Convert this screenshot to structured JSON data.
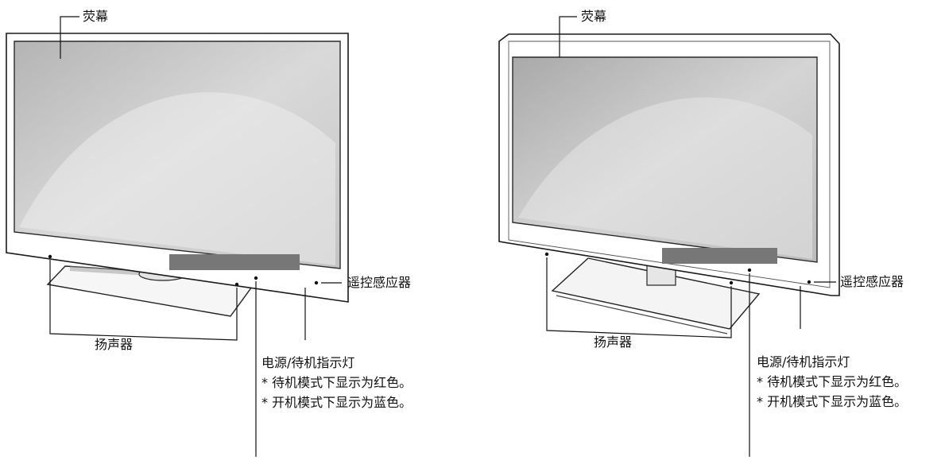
{
  "left_tv": {
    "screen_label": "荧幕",
    "remote_sensor_label": "遥控感应器",
    "speaker_label": "扬声器",
    "power_indicator": {
      "title": "电源/待机指示灯",
      "standby_note": "* 待机模式下显示为红色。",
      "on_note": "* 开机模式下显示为蓝色。"
    }
  },
  "right_tv": {
    "screen_label": "荧幕",
    "remote_sensor_label": "遥控感应器",
    "speaker_label": "扬声器",
    "power_indicator": {
      "title": "电源/待机指示灯",
      "standby_note": "* 待机模式下显示为红色。",
      "on_note": "* 开机模式下显示为蓝色。"
    }
  }
}
